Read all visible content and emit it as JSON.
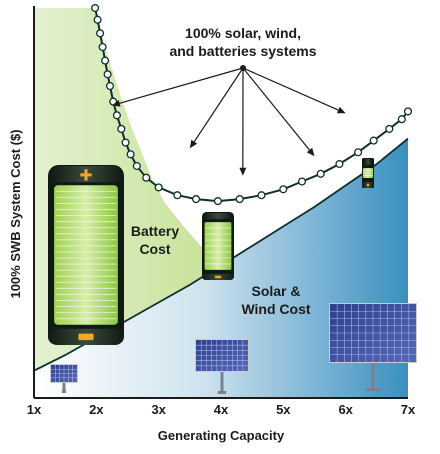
{
  "chart_data": {
    "type": "area",
    "ylabel": "100% SWB System Cost ($)",
    "xlabel": "Generating Capacity",
    "x_ticks": [
      "1x",
      "2x",
      "3x",
      "4x",
      "5x",
      "6x",
      "7x"
    ],
    "xlim": [
      1,
      7
    ],
    "ylim": [
      0,
      1
    ],
    "grid": false,
    "legend": "none",
    "annotation": [
      "100% solar, wind,",
      "and batteries systems"
    ],
    "series": [
      {
        "name": "Battery Cost",
        "label_lines": [
          "Battery",
          "Cost"
        ],
        "color": "#8cc63f",
        "x": [
          1.98,
          2.06,
          2.14,
          2.22,
          2.3,
          2.4,
          2.55,
          2.7,
          2.9,
          3.1,
          3.4,
          3.7,
          4.0,
          4.3,
          4.6,
          4.9,
          5.2,
          5.5,
          5.8,
          6.1,
          6.4,
          6.7,
          7.0
        ],
        "values": [
          1.0,
          0.95,
          0.9,
          0.86,
          0.82,
          0.77,
          0.7,
          0.64,
          0.56,
          0.5,
          0.44,
          0.385,
          0.34,
          0.3,
          0.265,
          0.235,
          0.21,
          0.19,
          0.175,
          0.165,
          0.16,
          0.155,
          0.15
        ]
      },
      {
        "name": "Solar & Wind Cost",
        "label_lines": [
          "Solar &",
          "Wind Cost"
        ],
        "color": "#3a8fc0",
        "x": [
          1.0,
          1.5,
          2.0,
          2.5,
          3.0,
          3.5,
          4.0,
          4.5,
          5.0,
          5.5,
          6.0,
          6.5,
          7.0
        ],
        "values": [
          0.07,
          0.11,
          0.155,
          0.2,
          0.245,
          0.29,
          0.34,
          0.39,
          0.44,
          0.49,
          0.545,
          0.6,
          0.665
        ]
      },
      {
        "name": "100% SWB System Cost",
        "color": "#0d2f2f",
        "x": [
          1.98,
          2.02,
          2.06,
          2.1,
          2.14,
          2.18,
          2.22,
          2.27,
          2.33,
          2.4,
          2.47,
          2.55,
          2.65,
          2.8,
          3.0,
          3.3,
          3.6,
          3.95,
          4.3,
          4.65,
          5.0,
          5.3,
          5.6,
          5.9,
          6.2,
          6.45,
          6.7,
          6.9,
          7.0
        ],
        "values": [
          1.0,
          0.97,
          0.935,
          0.9,
          0.865,
          0.83,
          0.8,
          0.76,
          0.725,
          0.69,
          0.655,
          0.625,
          0.595,
          0.565,
          0.54,
          0.52,
          0.51,
          0.505,
          0.51,
          0.52,
          0.535,
          0.555,
          0.575,
          0.6,
          0.63,
          0.66,
          0.69,
          0.715,
          0.735
        ]
      }
    ],
    "icon_names": [
      "battery-large-icon",
      "battery-medium-icon",
      "battery-small-icon",
      "solar-panel-small-icon",
      "solar-panel-medium-icon",
      "solar-panel-large-icon"
    ]
  },
  "colors": {
    "axis": "#1b1b1b",
    "curve": "#0d2f2f",
    "marker_fill": "#ffffff",
    "green_light": "#d7ecc0",
    "green": "#8cc63f",
    "blue_light": "#e8f3f8",
    "blue": "#3a8fc0",
    "battery_accent": "#f4a81d",
    "panel": "#3d4f9e"
  }
}
